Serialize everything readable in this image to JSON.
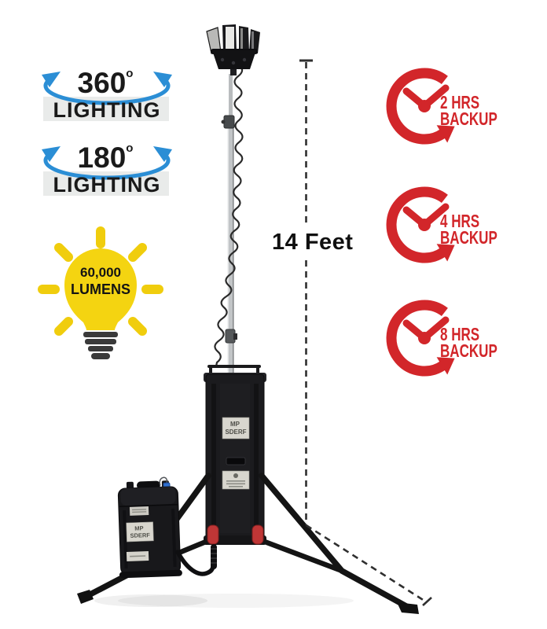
{
  "left_badges": {
    "badge_360": {
      "value": "360",
      "degree_symbol": "o",
      "label": "LIGHTING"
    },
    "badge_180": {
      "value": "180",
      "degree_symbol": "o",
      "label": "LIGHTING"
    },
    "lumens_badge": {
      "value": "60,000",
      "unit": "LUMENS"
    }
  },
  "tower": {
    "height_label": "14 Feet",
    "main_case_label": {
      "line1": "MP",
      "line2": "SDERF"
    },
    "battery_case_label": {
      "line1": "MP",
      "line2": "SDERF"
    }
  },
  "backup_badges": [
    {
      "hours": "2 HRS",
      "label": "BACKUP"
    },
    {
      "hours": "4 HRS",
      "label": "BACKUP"
    },
    {
      "hours": "8 HRS",
      "label": "BACKUP"
    }
  ],
  "colors": {
    "accent_red": "#d2262a",
    "accent_blue": "#2b8ed5",
    "bulb_yellow": "#f4d411",
    "badge_band_gray": "#e9ebea",
    "text_black": "#1a1a1a"
  }
}
